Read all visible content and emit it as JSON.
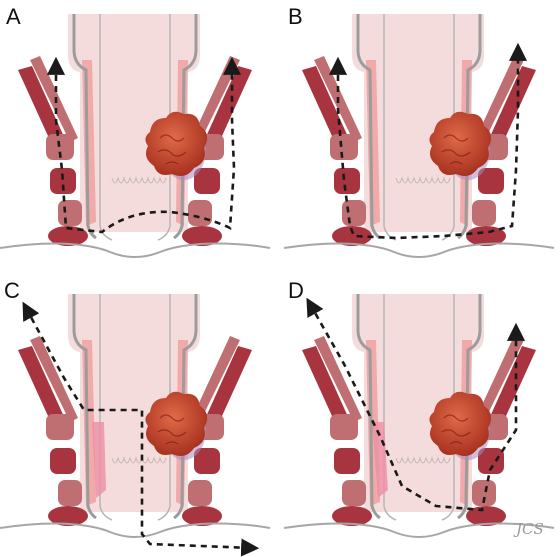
{
  "panels": [
    {
      "label": "A"
    },
    {
      "label": "B"
    },
    {
      "label": "C"
    },
    {
      "label": "D"
    }
  ],
  "signature": "JCS",
  "colors": {
    "lumen": "#f4dcdc",
    "wall_outline": "#9c9c9c",
    "mucosa_pink": "#f1a9a9",
    "internal_sphincter": "#d68a8a",
    "muscle_dark": "#a8343f",
    "muscle_mid": "#bf6f72",
    "tumor": "#c8452c",
    "tumor_spread": "#a98bbf",
    "skin_line": "#a6a6a6",
    "dashed_path": "#1a1a1a"
  },
  "panel_details": {
    "C": {
      "fold_highlight": true
    },
    "D": {
      "fold_highlight": true
    }
  }
}
